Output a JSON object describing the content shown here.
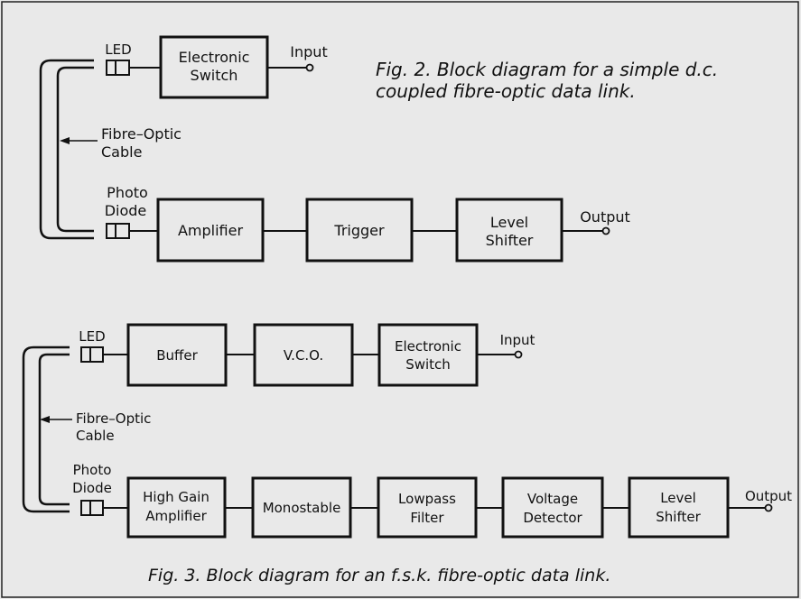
{
  "fig2": {
    "caption_line1": "Fig. 2. Block diagram for a simple d.c.",
    "caption_line2": "coupled fibre-optic data link.",
    "led_label": "LED",
    "switch_line1": "Electronic",
    "switch_line2": "Switch",
    "input_label": "Input",
    "cable_line1": "Fibre–Optic",
    "cable_line2": "Cable",
    "photodiode_line1": "Photo",
    "photodiode_line2": "Diode",
    "amplifier": "Amplifier",
    "trigger": "Trigger",
    "level_shifter_line1": "Level",
    "level_shifter_line2": "Shifter",
    "output_label": "Output"
  },
  "fig3": {
    "caption": "Fig. 3. Block diagram for an f.s.k. fibre-optic data link.",
    "led_label": "LED",
    "buffer": "Buffer",
    "vco": "V.C.O.",
    "switch_line1": "Electronic",
    "switch_line2": "Switch",
    "input_label": "Input",
    "cable_line1": "Fibre–Optic",
    "cable_line2": "Cable",
    "photodiode_line1": "Photo",
    "photodiode_line2": "Diode",
    "hg_amp_line1": "High Gain",
    "hg_amp_line2": "Amplifier",
    "monostable": "Monostable",
    "lowpass_line1": "Lowpass",
    "lowpass_line2": "Filter",
    "voltage_det_line1": "Voltage",
    "voltage_det_line2": "Detector",
    "level_shifter_line1": "Level",
    "level_shifter_line2": "Shifter",
    "output_label": "Output"
  }
}
